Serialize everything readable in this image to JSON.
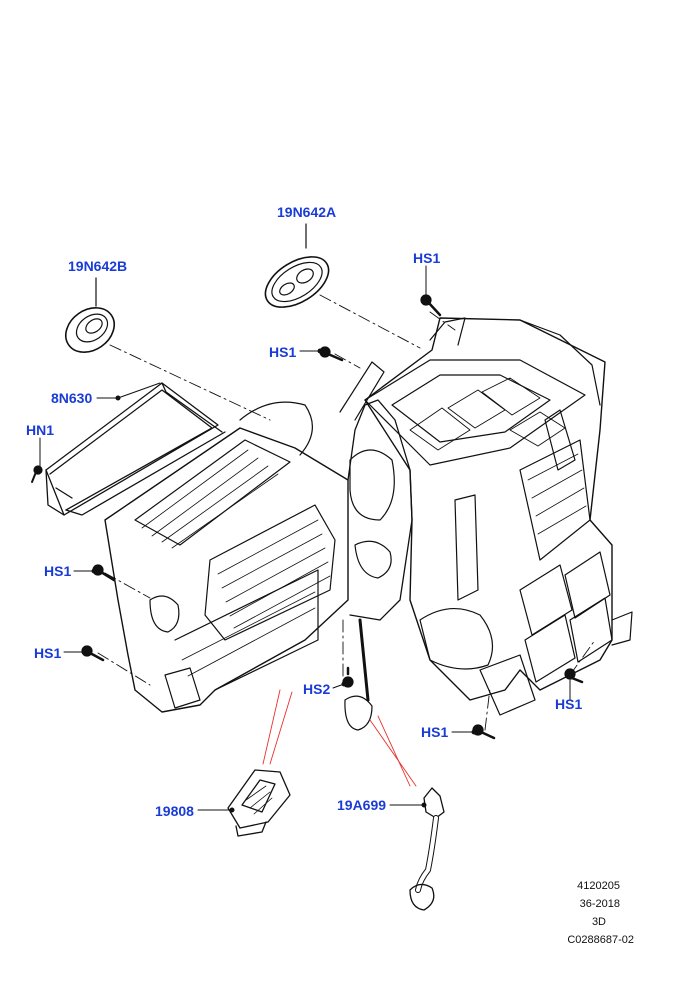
{
  "callouts": {
    "c_19n642a": "19N642A",
    "c_19n642b": "19N642B",
    "c_hs1_top": "HS1",
    "c_hs1_upper": "HS1",
    "c_8n630": "8N630",
    "c_hn1": "HN1",
    "c_hs1_left1": "HS1",
    "c_hs1_left2": "HS1",
    "c_hs2": "HS2",
    "c_hs1_bottom": "HS1",
    "c_hs1_right": "HS1",
    "c_19808": "19808",
    "c_19a699": "19A699"
  },
  "reference_block": {
    "line1": "4120205",
    "line2": "36-2018",
    "line3": "3D",
    "line4": "C0288687-02"
  },
  "colors": {
    "callout_text": "#1a3cd6",
    "leader_red": "#e8322b",
    "drawing_line": "#111111"
  }
}
